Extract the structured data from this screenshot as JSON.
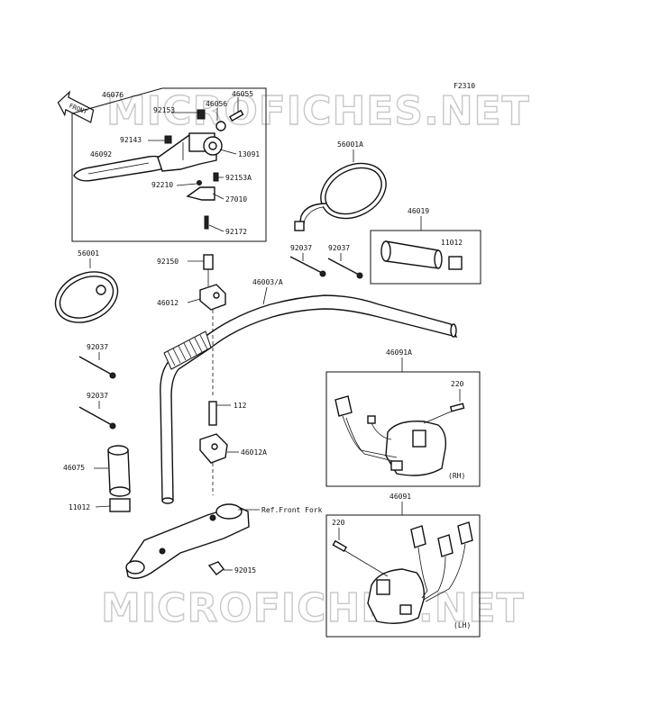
{
  "diagram": {
    "figure_code": "F2310",
    "front_label": "FRONT",
    "watermark": "MICROFICHES.NET",
    "ref_text": "Ref.Front Fork",
    "switch_rh": "(RH)",
    "switch_lh": "(LH)",
    "parts": {
      "p46076": "46076",
      "p46055": "46055",
      "p46056": "46056",
      "p92153": "92153",
      "p92143": "92143",
      "p46092": "46092",
      "p13091": "13091",
      "p92153A": "92153A",
      "p92210": "92210",
      "p27010": "27010",
      "p92172": "92172",
      "p56001A": "56001A",
      "p46019": "46019",
      "p11012_top": "11012",
      "p56001": "56001",
      "p92150": "92150",
      "p92037_a": "92037",
      "p92037_b": "92037",
      "p46003A": "46003/A",
      "p46012": "46012",
      "p92037_c": "92037",
      "p92037_d": "92037",
      "p112": "112",
      "p46012A": "46012A",
      "p46075": "46075",
      "p11012_bot": "11012",
      "p92015": "92015",
      "p46091A": "46091A",
      "p220_rh": "220",
      "p46091": "46091",
      "p220_lh": "220"
    }
  }
}
